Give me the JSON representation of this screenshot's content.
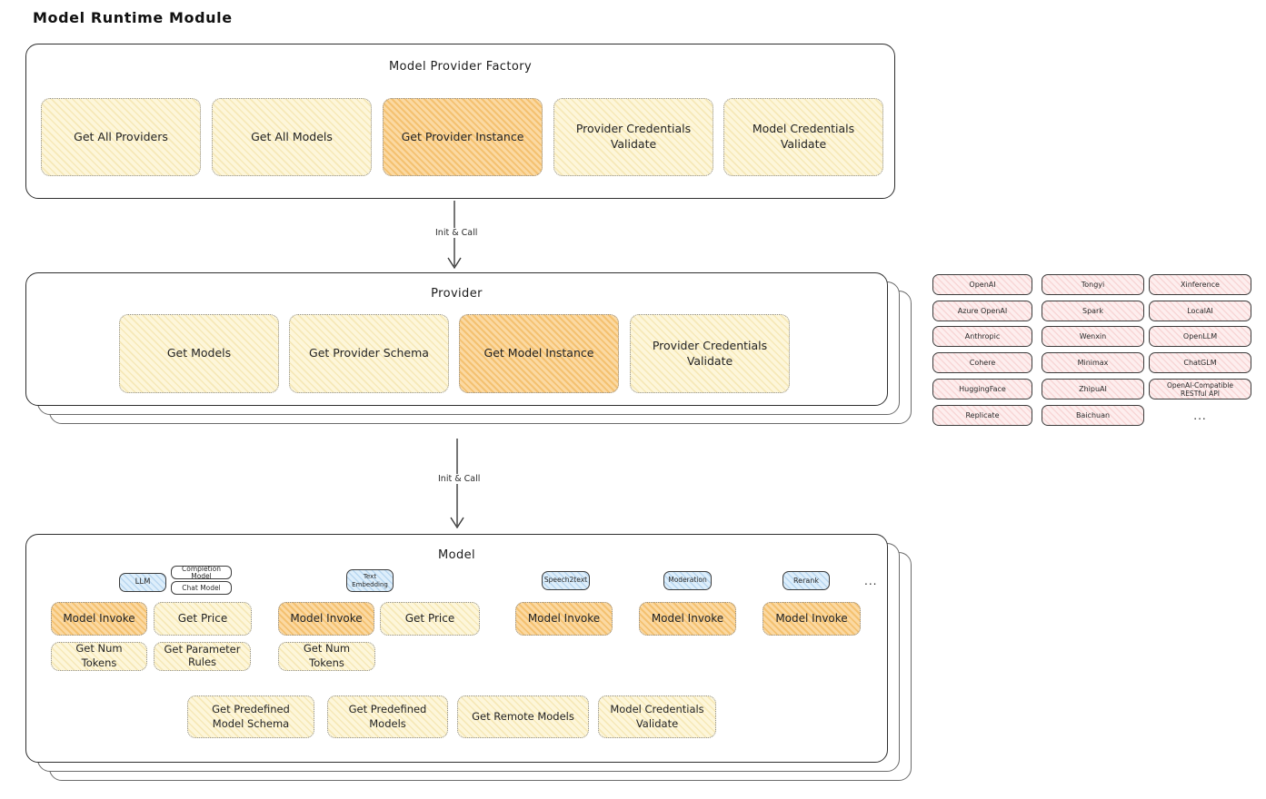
{
  "title": "Model Runtime Module",
  "colors": {
    "highlight_fill": "#fbd9a2",
    "card_fill": "#fdf6da",
    "provider_pill_fill": "#fdeeee",
    "tab_fill": "#ddeefb",
    "border_dark": "#2e2e2e"
  },
  "factory": {
    "title": "Model Provider Factory",
    "items": [
      {
        "label": "Get All Providers",
        "highlight": false
      },
      {
        "label": "Get All Models",
        "highlight": false
      },
      {
        "label": "Get Provider Instance",
        "highlight": true
      },
      {
        "label": "Provider Credentials Validate",
        "highlight": false
      },
      {
        "label": "Model Credentials Validate",
        "highlight": false
      }
    ]
  },
  "arrows": [
    "Init & Call",
    "Init & Call"
  ],
  "provider": {
    "title": "Provider",
    "items": [
      {
        "label": "Get Models",
        "highlight": false
      },
      {
        "label": "Get Provider Schema",
        "highlight": false
      },
      {
        "label": "Get Model Instance",
        "highlight": true
      },
      {
        "label": "Provider Credentials Validate",
        "highlight": false
      }
    ]
  },
  "catalog": {
    "columns": [
      [
        "OpenAI",
        "Azure OpenAI",
        "Anthropic",
        "Cohere",
        "HuggingFace",
        "Replicate"
      ],
      [
        "Tongyi",
        "Spark",
        "Wenxin",
        "Minimax",
        "ZhipuAI",
        "Baichuan"
      ],
      [
        "Xinference",
        "LocalAI",
        "OpenLLM",
        "ChatGLM",
        "OpenAI-Compatible RESTful API"
      ]
    ],
    "more": "..."
  },
  "model": {
    "title": "Model",
    "groups": [
      {
        "tab": "LLM",
        "subtabs": [
          "Completion Model",
          "Chat Model"
        ],
        "ops": [
          "Model Invoke",
          "Get Price",
          "Get Num Tokens",
          "Get Parameter Rules"
        ]
      },
      {
        "tab": "Text Embedding",
        "ops": [
          "Model Invoke",
          "Get Price",
          "Get Num Tokens"
        ]
      },
      {
        "tab": "Speech2text",
        "ops": [
          "Model Invoke"
        ]
      },
      {
        "tab": "Moderation",
        "ops": [
          "Model Invoke"
        ]
      },
      {
        "tab": "Rerank",
        "ops": [
          "Model Invoke"
        ]
      }
    ],
    "more": "...",
    "bottom_items": [
      "Get Predefined Model Schema",
      "Get Predefined Models",
      "Get Remote Models",
      "Model Credentials Validate"
    ]
  }
}
